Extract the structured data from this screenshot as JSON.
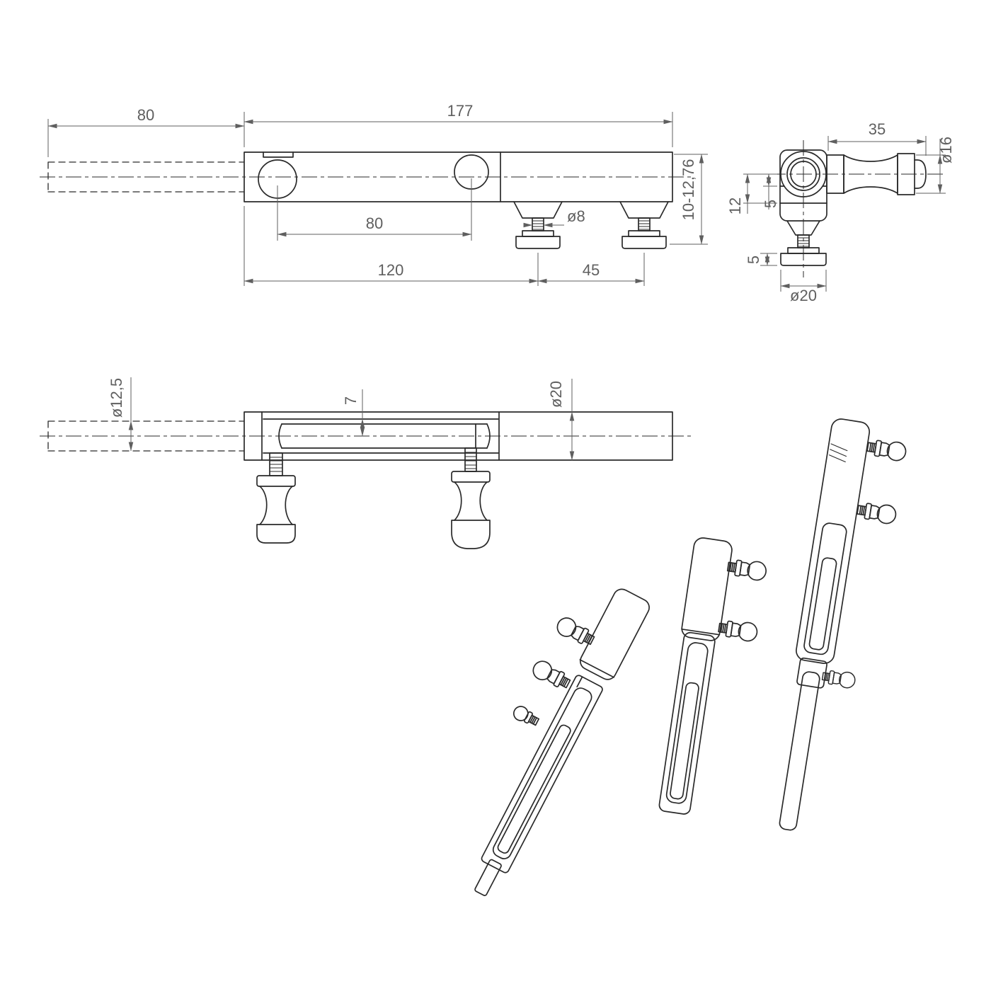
{
  "drawing": {
    "top_view": {
      "rod_length": "80",
      "body_length": "177",
      "height_range": "10-12,76",
      "center_spacing": "80",
      "stem_diameter": "ø8",
      "foot_offset": "120",
      "foot_spacing": "45"
    },
    "end_view": {
      "knob_length": "35",
      "knob_diameter": "ø16",
      "slot_depth": "12",
      "slot_offset": "5",
      "base_height": "5",
      "base_diameter": "ø20"
    },
    "front_view": {
      "rod_diameter": "ø12,5",
      "slot_width": "7",
      "body_diameter": "ø20"
    }
  },
  "colors": {
    "line": "#2a2a2a",
    "dim": "#5f5f5f",
    "bg": "#ffffff"
  }
}
